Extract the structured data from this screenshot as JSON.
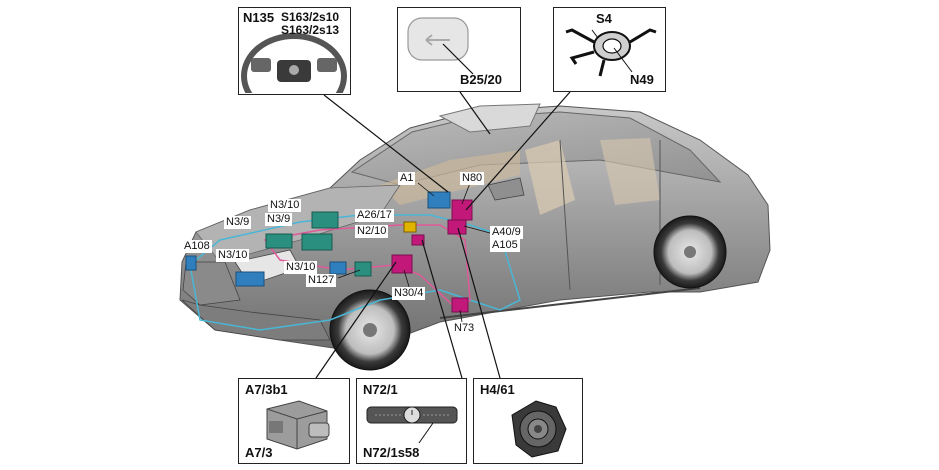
{
  "insets": {
    "steering_wheel": {
      "label_1": "N135",
      "label_2": "S163/2s10",
      "label_3": "S163/2s13"
    },
    "roof_switch": {
      "label": "B25/20"
    },
    "steering_column": {
      "label_1": "S4",
      "label_2": "N49"
    },
    "abs_unit": {
      "label_1": "A7/3b1",
      "label_2": "A7/3"
    },
    "control_panel": {
      "label_1": "N72/1",
      "label_2": "N72/1s58"
    },
    "speaker": {
      "label": "H4/61"
    }
  },
  "callouts": {
    "a1": "A1",
    "n80": "N80",
    "n3_10_top": "N3/10",
    "n3_9_top": "N3/9",
    "n3_9_left": "N3/9",
    "a26_17": "A26/17",
    "n2_10": "N2/10",
    "a40_9": "A40/9",
    "a105": "A105",
    "a108": "A108",
    "n3_10_left": "N3/10",
    "n3_10_mid": "N3/10",
    "n127": "N127",
    "n30_4": "N30/4",
    "n73": "N73"
  },
  "colors": {
    "module_blue": "#2f7fbf",
    "module_teal": "#2a8f7f",
    "module_magenta": "#c2187a",
    "bus_pink": "#e05a9a",
    "bus_cyan": "#4ab6d6"
  }
}
